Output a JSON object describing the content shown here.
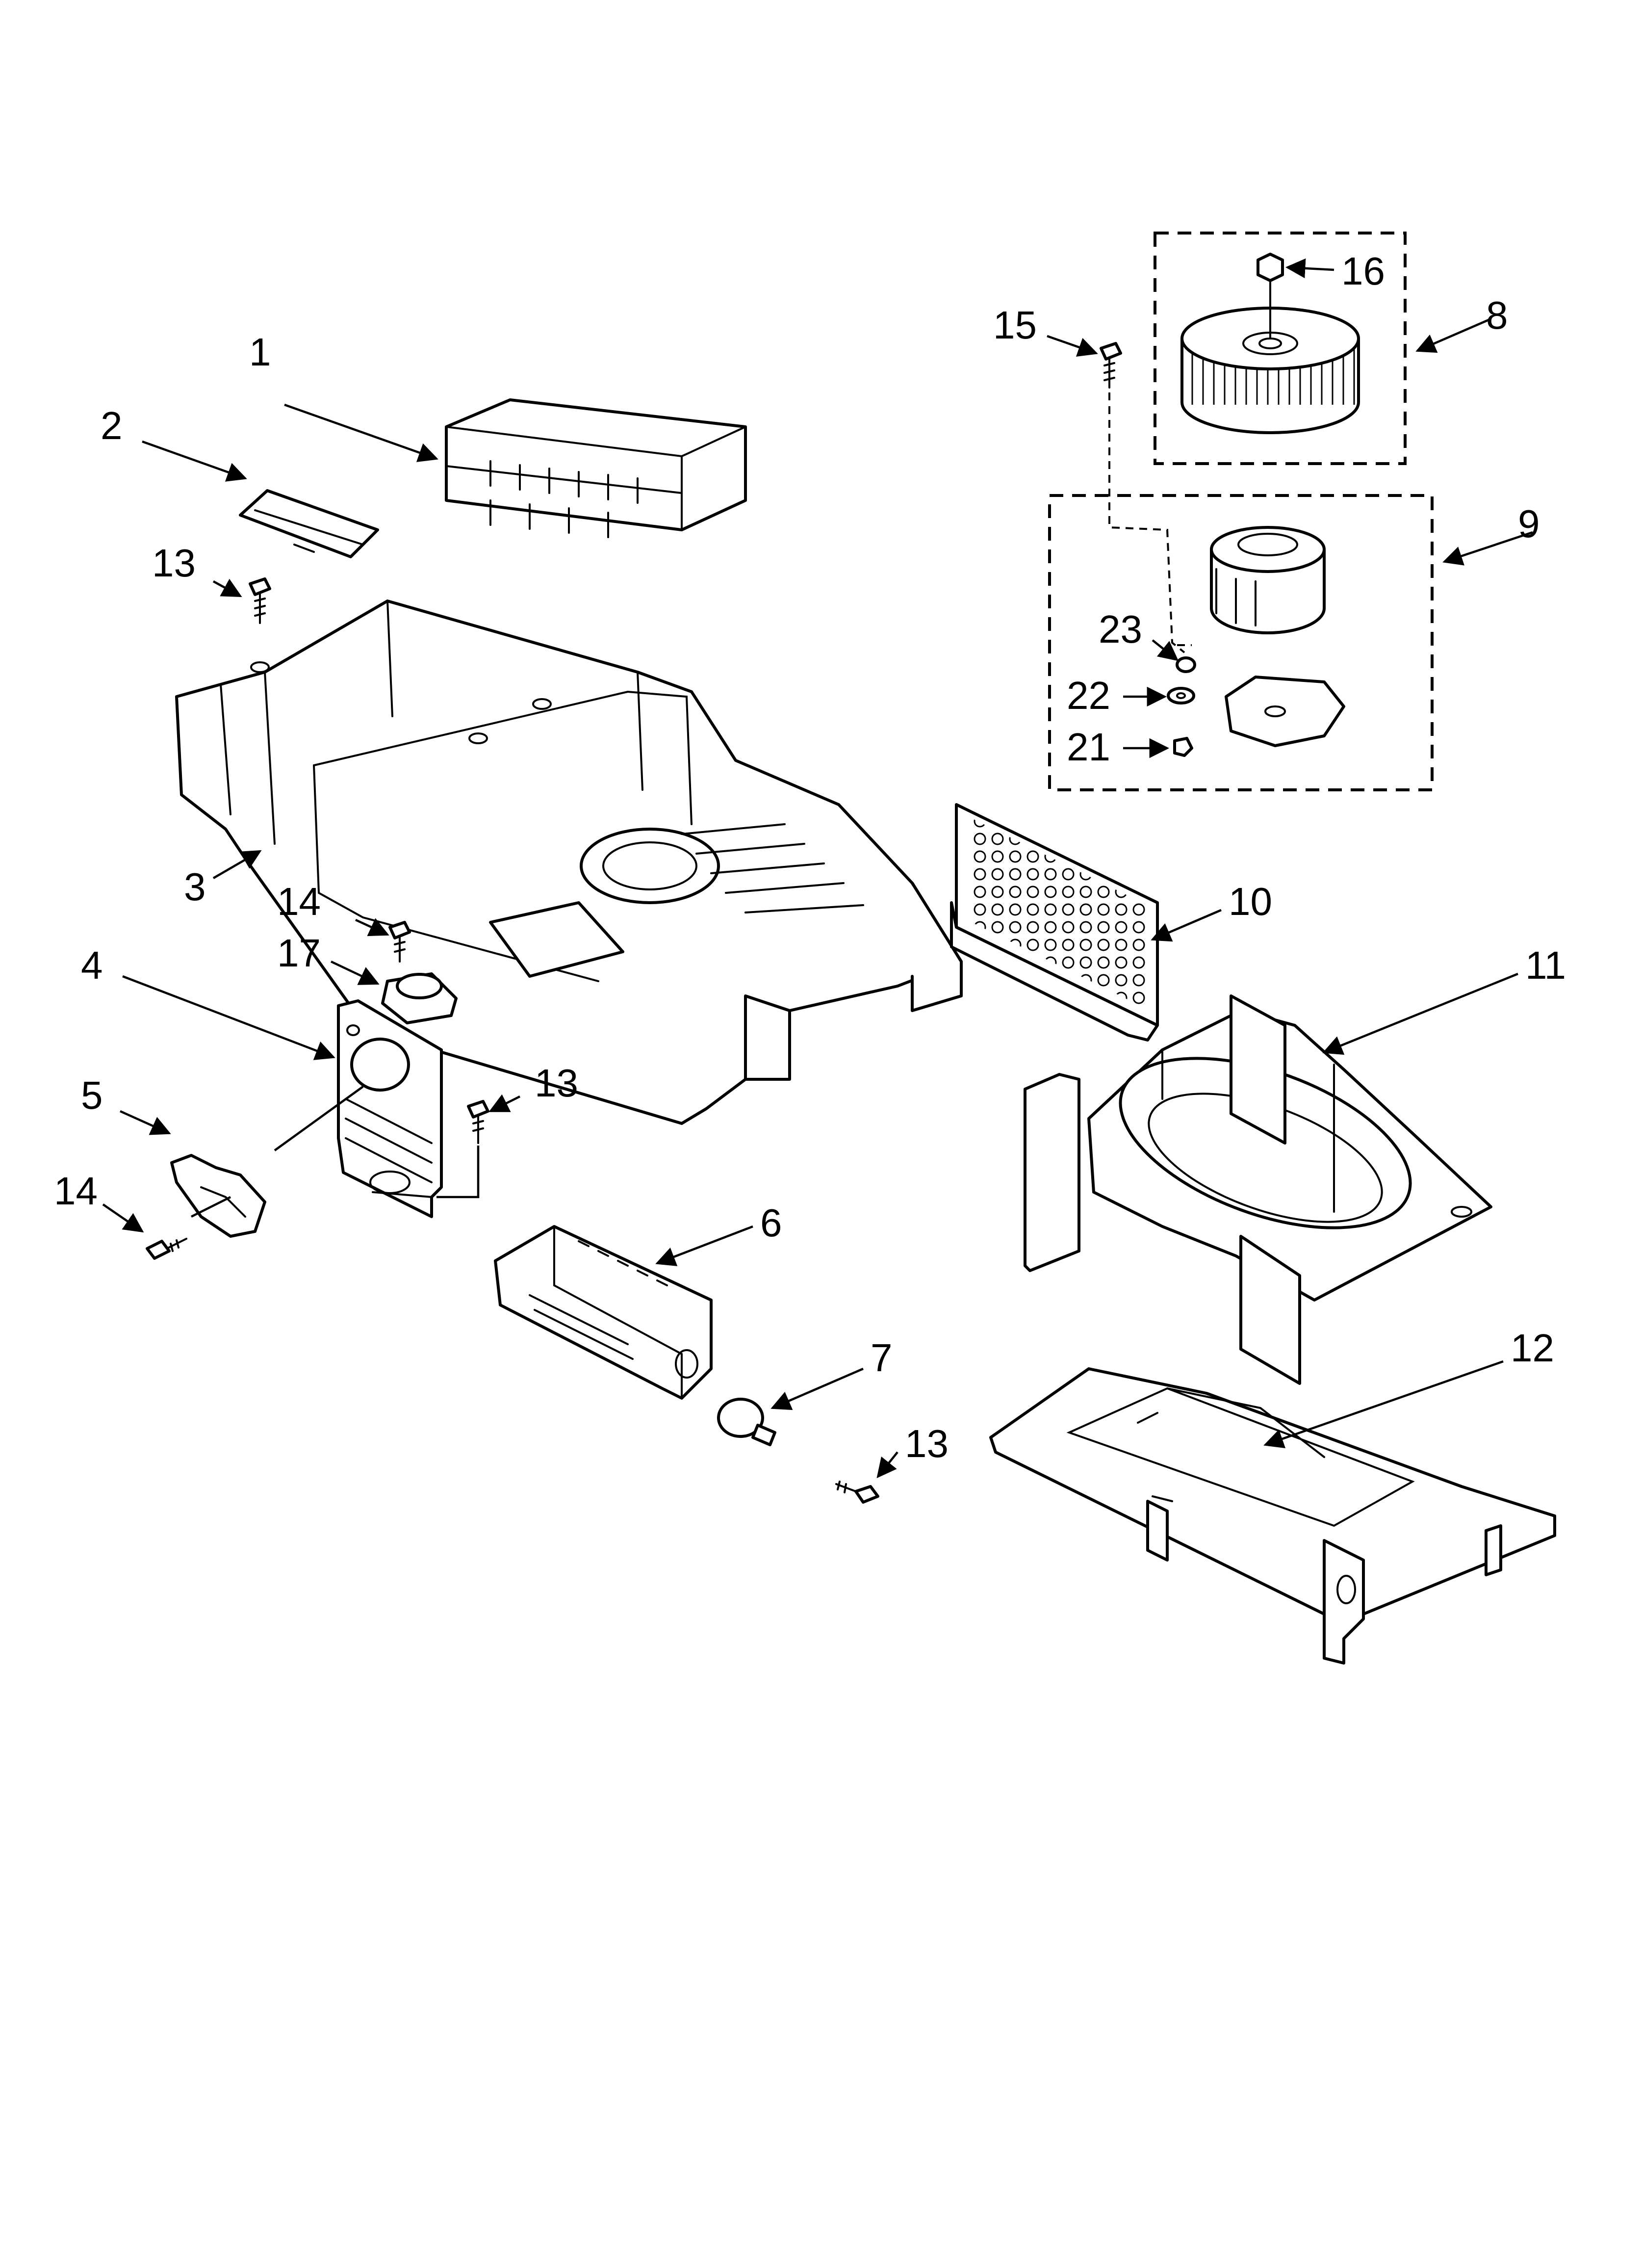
{
  "callouts": {
    "c1": "1",
    "c2": "2",
    "c3": "3",
    "c4": "4",
    "c5": "5",
    "c6": "6",
    "c7": "7",
    "c8": "8",
    "c9": "9",
    "c10": "10",
    "c11": "11",
    "c12": "12",
    "c13a": "13",
    "c13b": "13",
    "c13c": "13",
    "c14a": "14",
    "c14b": "14",
    "c15": "15",
    "c16": "16",
    "c17": "17",
    "c21": "21",
    "c22": "22",
    "c23": "23"
  }
}
